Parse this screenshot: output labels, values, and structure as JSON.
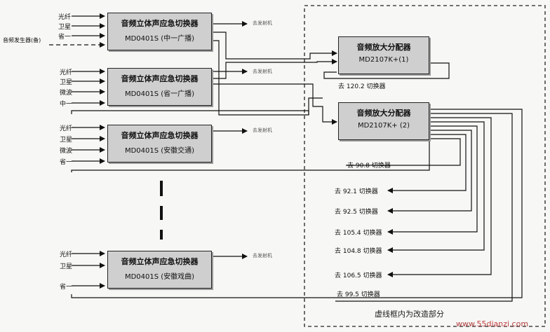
{
  "switchers": [
    {
      "title": "音频立体声应急切换器",
      "model": "MD0401S (中一广播)",
      "inputs": [
        "光纤",
        "卫星",
        "省一"
      ],
      "output": "去发射机"
    },
    {
      "title": "音频立体声应急切换器",
      "model": "MD0401S (省一广播)",
      "inputs": [
        "光纤",
        "卫星",
        "微波",
        "中一"
      ],
      "output": "去发射机"
    },
    {
      "title": "音频立体声应急切换器",
      "model": "MD0401S (安徽交通)",
      "inputs": [
        "光纤",
        "卫星",
        "微波",
        "省一"
      ],
      "output": "去发射机"
    },
    {
      "title": "音频立体声应急切换器",
      "model": "MD0401S (安徽戏曲)",
      "inputs": [
        "光纤",
        "卫星",
        "省一"
      ],
      "output": "去发射机"
    }
  ],
  "audio_generator": "音频发生器(备)",
  "distributors": [
    {
      "title": "音频放大分配器",
      "model": "MD2107K+(1)"
    },
    {
      "title": "音频放大分配器",
      "model": "MD2107K+ (2)"
    }
  ],
  "outputs": [
    "去 120.2 切换器",
    "去 90.8 切换器",
    "去 92.1 切换器",
    "去 92.5 切换器",
    "去 105.4 切换器",
    "去 104.8 切换器",
    "去 106.5 切换器",
    "去 99.5 切换器"
  ],
  "note": "虚线框内为改造部分",
  "watermark": {
    "prefix": "www.",
    "domain": "55dianzi",
    "suffix": ".com"
  }
}
